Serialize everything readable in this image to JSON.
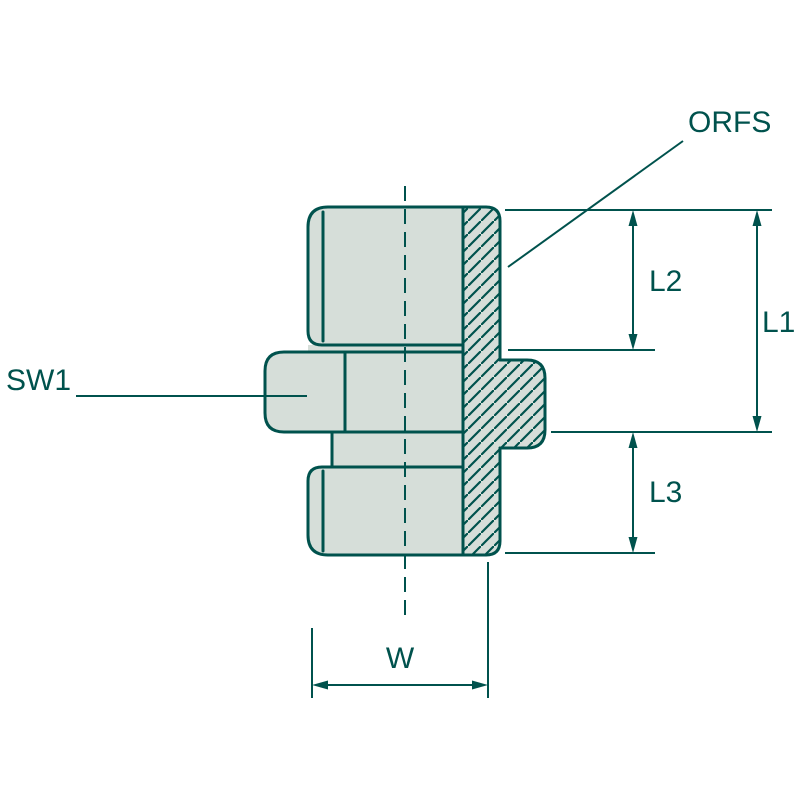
{
  "labels": {
    "thread": "ORFS",
    "wrench": "SW1",
    "l1": "L1",
    "l2": "L2",
    "l3": "L3",
    "w": "W"
  },
  "colors": {
    "line": "#00524d",
    "text": "#00524d",
    "body_fill": "#d6ded9",
    "background": "#ffffff"
  }
}
